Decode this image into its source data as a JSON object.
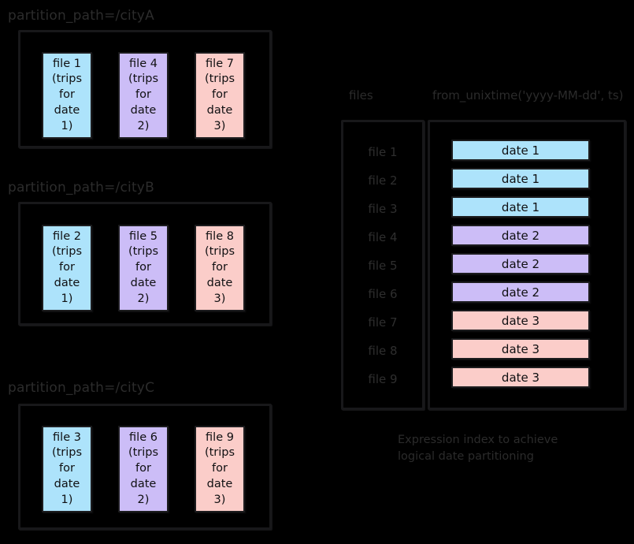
{
  "canvas": {
    "background": "#000000",
    "ink": "#1c1c1e",
    "muted_text": "#2c2c2c"
  },
  "palette": {
    "date1_blue": "#ade3fb",
    "date2_purple": "#ccbdf7",
    "date3_pink": "#fbcdc9"
  },
  "partitions": [
    {
      "title": "partition_path=/cityA",
      "files": [
        {
          "label": "file 1\n(trips\nfor\ndate\n1)",
          "color_key": "date1_blue"
        },
        {
          "label": "file 4\n(trips\nfor\ndate\n2)",
          "color_key": "date2_purple"
        },
        {
          "label": "file 7\n(trips\nfor\ndate\n3)",
          "color_key": "date3_pink"
        }
      ]
    },
    {
      "title": "partition_path=/cityB",
      "files": [
        {
          "label": "file 2\n(trips\nfor\ndate\n1)",
          "color_key": "date1_blue"
        },
        {
          "label": "file 5\n(trips\nfor\ndate\n2)",
          "color_key": "date2_purple"
        },
        {
          "label": "file 8\n(trips\nfor\ndate\n3)",
          "color_key": "date3_pink"
        }
      ]
    },
    {
      "title": "partition_path=/cityC",
      "files": [
        {
          "label": "file 3\n(trips\nfor\ndate\n1)",
          "color_key": "date1_blue"
        },
        {
          "label": "file 6\n(trips\nfor\ndate\n2)",
          "color_key": "date2_purple"
        },
        {
          "label": "file 9\n(trips\nfor\ndate\n3)",
          "color_key": "date3_pink"
        }
      ]
    }
  ],
  "index_panel": {
    "files_header": "files",
    "expression_header": "from_unixtime('yyyy-MM-dd', ts)",
    "rows": [
      {
        "file": "file 1",
        "date": "date 1",
        "color_key": "date1_blue"
      },
      {
        "file": "file 2",
        "date": "date 1",
        "color_key": "date1_blue"
      },
      {
        "file": "file 3",
        "date": "date 1",
        "color_key": "date1_blue"
      },
      {
        "file": "file 4",
        "date": "date 2",
        "color_key": "date2_purple"
      },
      {
        "file": "file 5",
        "date": "date 2",
        "color_key": "date2_purple"
      },
      {
        "file": "file 6",
        "date": "date 2",
        "color_key": "date2_purple"
      },
      {
        "file": "file 7",
        "date": "date 3",
        "color_key": "date3_pink"
      },
      {
        "file": "file 8",
        "date": "date 3",
        "color_key": "date3_pink"
      },
      {
        "file": "file 9",
        "date": "date 3",
        "color_key": "date3_pink"
      }
    ],
    "caption": "Expression index to achieve\nlogical date partitioning"
  }
}
